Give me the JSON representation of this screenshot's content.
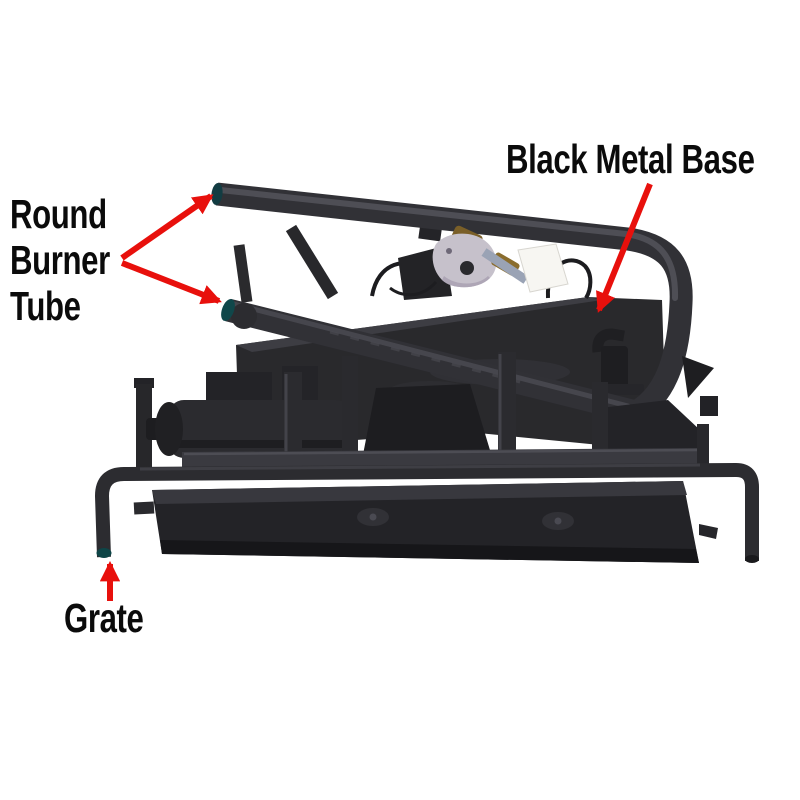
{
  "figure": {
    "background_color": "#ffffff",
    "arrow_color": "#e8100c",
    "label_text_color": "#0b0b0b",
    "labels": {
      "round_burner_tube": {
        "text": "Round Burner Tube",
        "line1": "Round",
        "line2": "Burner",
        "line3": "Tube"
      },
      "black_metal_base": {
        "text": "Black Metal Base"
      },
      "grate": {
        "text": "Grate"
      }
    }
  }
}
